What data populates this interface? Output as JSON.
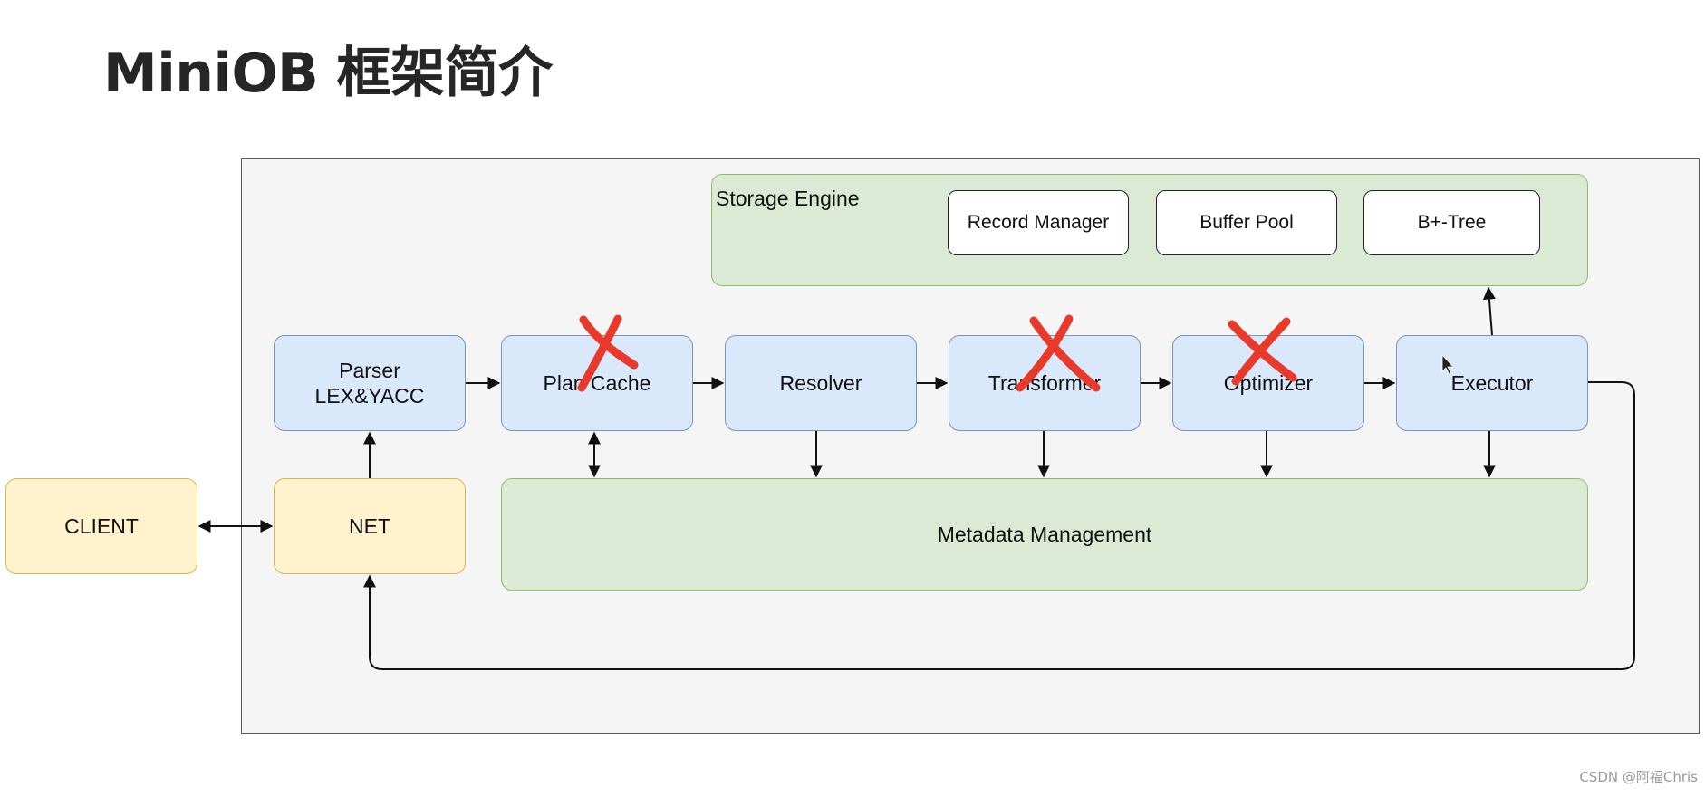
{
  "title": "MiniOB 框架简介",
  "storage_engine": {
    "label": "Storage Engine",
    "components": [
      "Record Manager",
      "Buffer Pool",
      "B+-Tree"
    ]
  },
  "pipeline": {
    "parser": {
      "line1": "Parser",
      "line2": "LEX&YACC"
    },
    "plan_cache": "Plan Cache",
    "resolver": "Resolver",
    "transformer": "Transformer",
    "optimizer": "Optimizer",
    "executor": "Executor"
  },
  "client": "CLIENT",
  "net": "NET",
  "metadata": "Metadata Management",
  "watermark": "CSDN @阿福Chris",
  "colors": {
    "stage_fill": "#dae8fc",
    "io_fill": "#fff2cc",
    "storage_fill": "#dcead5",
    "cross_mark": "#e8392b"
  }
}
